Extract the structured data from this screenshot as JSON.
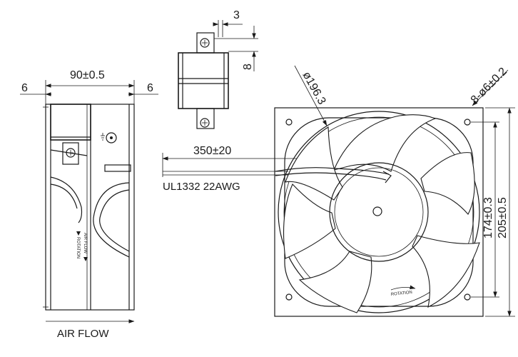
{
  "dimensions": {
    "overall_depth": "90±0.5",
    "guard_left": "6",
    "guard_right": "6",
    "terminal_width": "3",
    "terminal_height": "8",
    "diameter": "ø196.3",
    "mount_holes": "8-ø6±0.2",
    "cable_length": "350±20",
    "hole_spacing": "174±0.3",
    "frame_size": "205±0.5"
  },
  "labels": {
    "cable_spec": "UL1332 22AWG",
    "air_flow": "AIR FLOW",
    "side_air_flow": "AIR FLOW",
    "side_rotation": "ROTATION",
    "front_rotation": "ROTATION"
  },
  "icons": {
    "ground": "ground-symbol-icon",
    "flow_arrow": "triangle-arrow-icon",
    "rotation_arrow": "curved-arrow-icon"
  },
  "colors": {
    "line": "#1a1a1a",
    "background": "#ffffff"
  }
}
